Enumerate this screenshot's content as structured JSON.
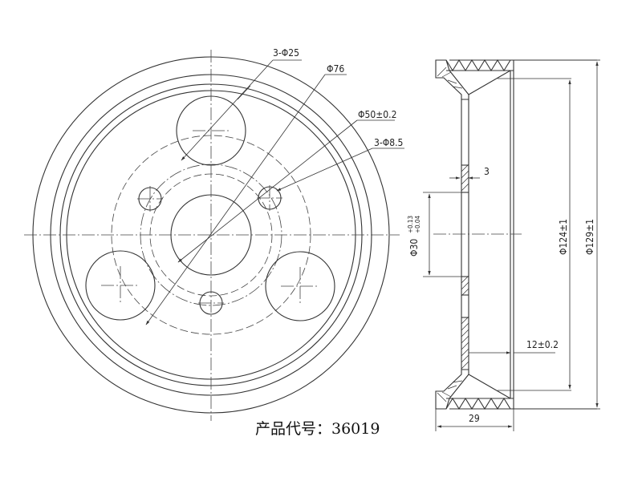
{
  "dimensions": {
    "bolt_holes_large": "3-Φ25",
    "bolt_circle": "Φ76",
    "center_bore": "Φ50±0.2",
    "bolt_holes_small": "3-Φ8.5",
    "wall_thickness": "3",
    "hub_bore": "Φ30",
    "hub_bore_tol_upper": "+0.13",
    "hub_bore_tol_lower": "+0.04",
    "inner_diameter": "Φ124±1",
    "outer_diameter": "Φ129±1",
    "groove_width": "12±0.2",
    "overall_width": "29"
  },
  "product_code": "产品代号：36019"
}
